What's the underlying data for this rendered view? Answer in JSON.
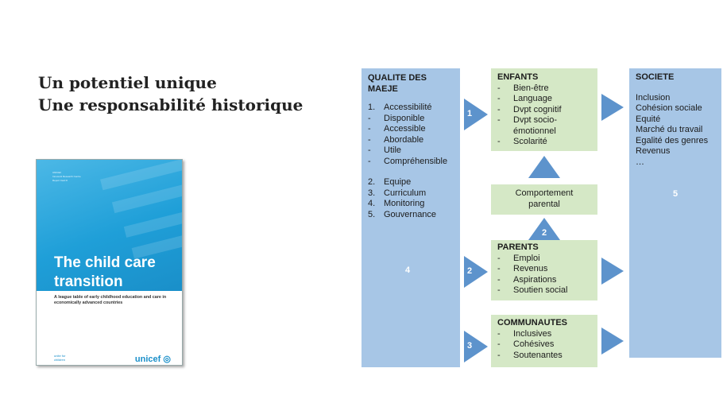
{
  "heading": {
    "line1": "Un potentiel unique",
    "line2": "Une responsabilité historique"
  },
  "cover": {
    "top_small": [
      "UNICEF",
      "Innocenti Research Centre",
      "Report Card 8"
    ],
    "title_line1": "The child care",
    "title_line2": "transition",
    "subtitle": "A league table of early childhood education and care in economically advanced countries",
    "left_logo": [
      "unite for",
      "children"
    ],
    "logo": "unicef"
  },
  "qualite": {
    "title": "QUALITE DES MAEJE",
    "items": [
      {
        "marker": "1.",
        "text": "Accessibilité"
      },
      {
        "marker": "-",
        "text": "Disponible"
      },
      {
        "marker": "-",
        "text": "Accessible"
      },
      {
        "marker": "-",
        "text": "Abordable"
      },
      {
        "marker": "-",
        "text": "Utile"
      },
      {
        "marker": "-",
        "text": "Compréhensible"
      }
    ],
    "items2": [
      {
        "marker": "2.",
        "text": "Equipe"
      },
      {
        "marker": "3.",
        "text": "Curriculum"
      },
      {
        "marker": "4.",
        "text": "Monitoring"
      },
      {
        "marker": "5.",
        "text": "Gouvernance"
      }
    ],
    "number": "4"
  },
  "enfants": {
    "title": "ENFANTS",
    "items": [
      "Bien-être",
      "Language",
      "Dvpt cognitif",
      "Dvpt socio-"
    ],
    "item_cont": "émotionnel",
    "last": "Scolarité"
  },
  "comportement": {
    "line1": "Comportement",
    "line2": "parental"
  },
  "parents": {
    "title": "PARENTS",
    "items": [
      "Emploi",
      "Revenus",
      "Aspirations",
      "Soutien social"
    ]
  },
  "communautes": {
    "title": "COMMUNAUTES",
    "items": [
      "Inclusives",
      "Cohésives",
      "Soutenantes"
    ]
  },
  "societe": {
    "title": "SOCIETE",
    "items": [
      "Inclusion",
      "Cohésion sociale",
      "Equité",
      "Marché du travail",
      "Egalité des genres",
      "Revenus",
      "…"
    ],
    "number": "5"
  },
  "arrows": {
    "to_enfants": "1",
    "to_parents": "2",
    "to_communautes": "3",
    "up_parents": "2"
  },
  "colors": {
    "blue_box": "#a7c6e6",
    "green_box": "#d5e8c6",
    "arrow": "#5d93cc",
    "cover_blue": "#1f9fd8"
  }
}
